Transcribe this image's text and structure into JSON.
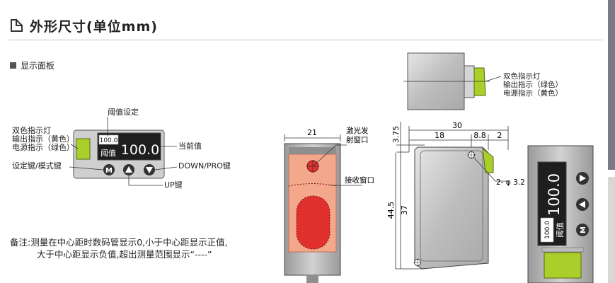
{
  "header": {
    "title": "外形尺寸(单位mm)",
    "icon": "dimension-icon"
  },
  "panel_section": {
    "label": "显示面板",
    "threshold_setting": "阈值设定",
    "bicolor_light": "双色指示灯",
    "output_indicator": "输出指示（黄色）",
    "power_indicator": "电源指示（绿色）",
    "current_value": "当前值",
    "set_mode_key": "设定键/模式键",
    "down_pro_key": "DOWN/PRO键",
    "up_key": "UP键",
    "display_small": "100.0",
    "display_main": "100.0",
    "threshold_label": "阈值",
    "m_button": "M"
  },
  "note": {
    "line1": "备注:测量在中心距时数码管显示0,小于中心距显示正值,",
    "line2": "大于中心距显示负值,超出测量范围显示“----”"
  },
  "top_view": {
    "bicolor_light": "双色指示灯",
    "output_indicator": "输出指示（绿色）",
    "power_indicator": "电源指示（黄色）"
  },
  "front_view": {
    "dim_width": "21",
    "laser_window_line1": "激光发",
    "laser_window_line2": "射窗口",
    "receive_window": "接收窗口"
  },
  "side_view": {
    "dim_30": "30",
    "dim_18": "18",
    "dim_8_8": "8.8",
    "dim_2": "2",
    "dim_3_75": "3.75",
    "dim_44_5": "44.5",
    "dim_37": "37",
    "hole_spec": "2- φ 3.2"
  },
  "back_view": {
    "display_main": "100.0",
    "display_small": "100.0",
    "threshold_label": "阈值",
    "m_button": "M"
  },
  "colors": {
    "accent_green": "#a9cf2a",
    "laser_red": "#e0312e",
    "window_salmon": "#f3a88c",
    "body_gray": "#c4c4c4",
    "side_bar": "#7a7a86"
  }
}
